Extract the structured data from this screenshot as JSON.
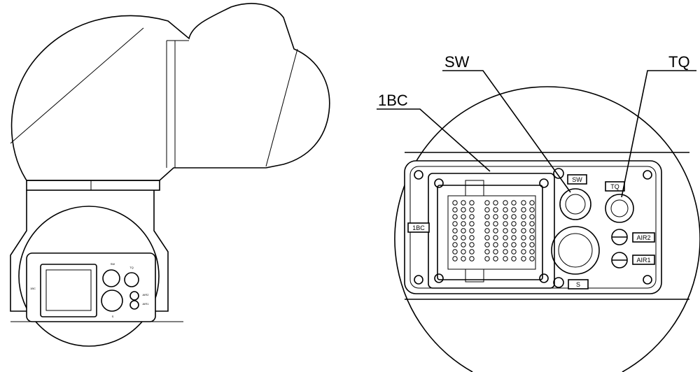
{
  "callouts": {
    "sw": "SW",
    "bc": "1BC",
    "tq": "TQ"
  },
  "panel_labels": {
    "sw": "SW",
    "tq": "TQ",
    "bc": "1BC",
    "air2": "AIR2",
    "air1": "AIR1",
    "s": "S"
  },
  "mini_labels": {
    "sw": "SW",
    "tq": "TQ",
    "bc": "1BC",
    "air2": "AIR2",
    "air1": "AIR1",
    "s": "S"
  }
}
